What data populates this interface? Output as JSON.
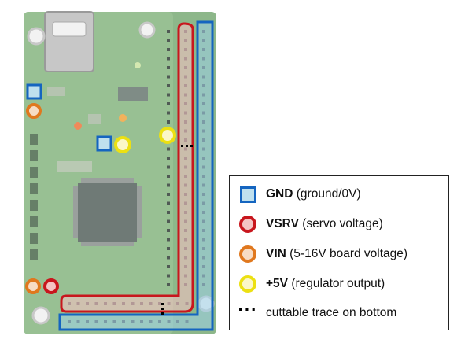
{
  "legend": {
    "gnd": {
      "label": "GND",
      "desc": " (ground/0V)",
      "color": "#1565c0"
    },
    "vsrv": {
      "label": "VSRV",
      "desc": " (servo voltage)",
      "color": "#c8161d"
    },
    "vin": {
      "label": "VIN",
      "desc": " (5-16V board voltage)",
      "color": "#e0781e"
    },
    "v5": {
      "label": "+5V",
      "desc": " (regulator output)",
      "color": "#ece012"
    },
    "cut": {
      "symbol": "···",
      "desc": "cuttable trace on bottom"
    }
  }
}
